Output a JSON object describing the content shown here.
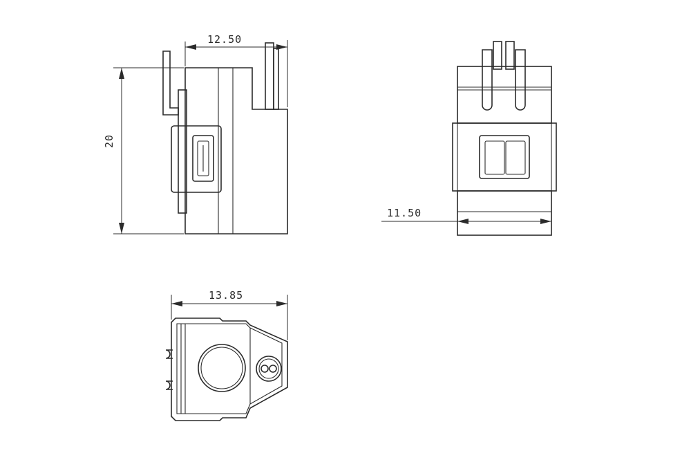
{
  "drawing": {
    "dimensions": {
      "side_width": "12.50",
      "side_height": "20",
      "front_width": "11.50",
      "bottom_width": "13.85"
    },
    "line_color": "#2b2b2b",
    "background": "#ffffff"
  }
}
